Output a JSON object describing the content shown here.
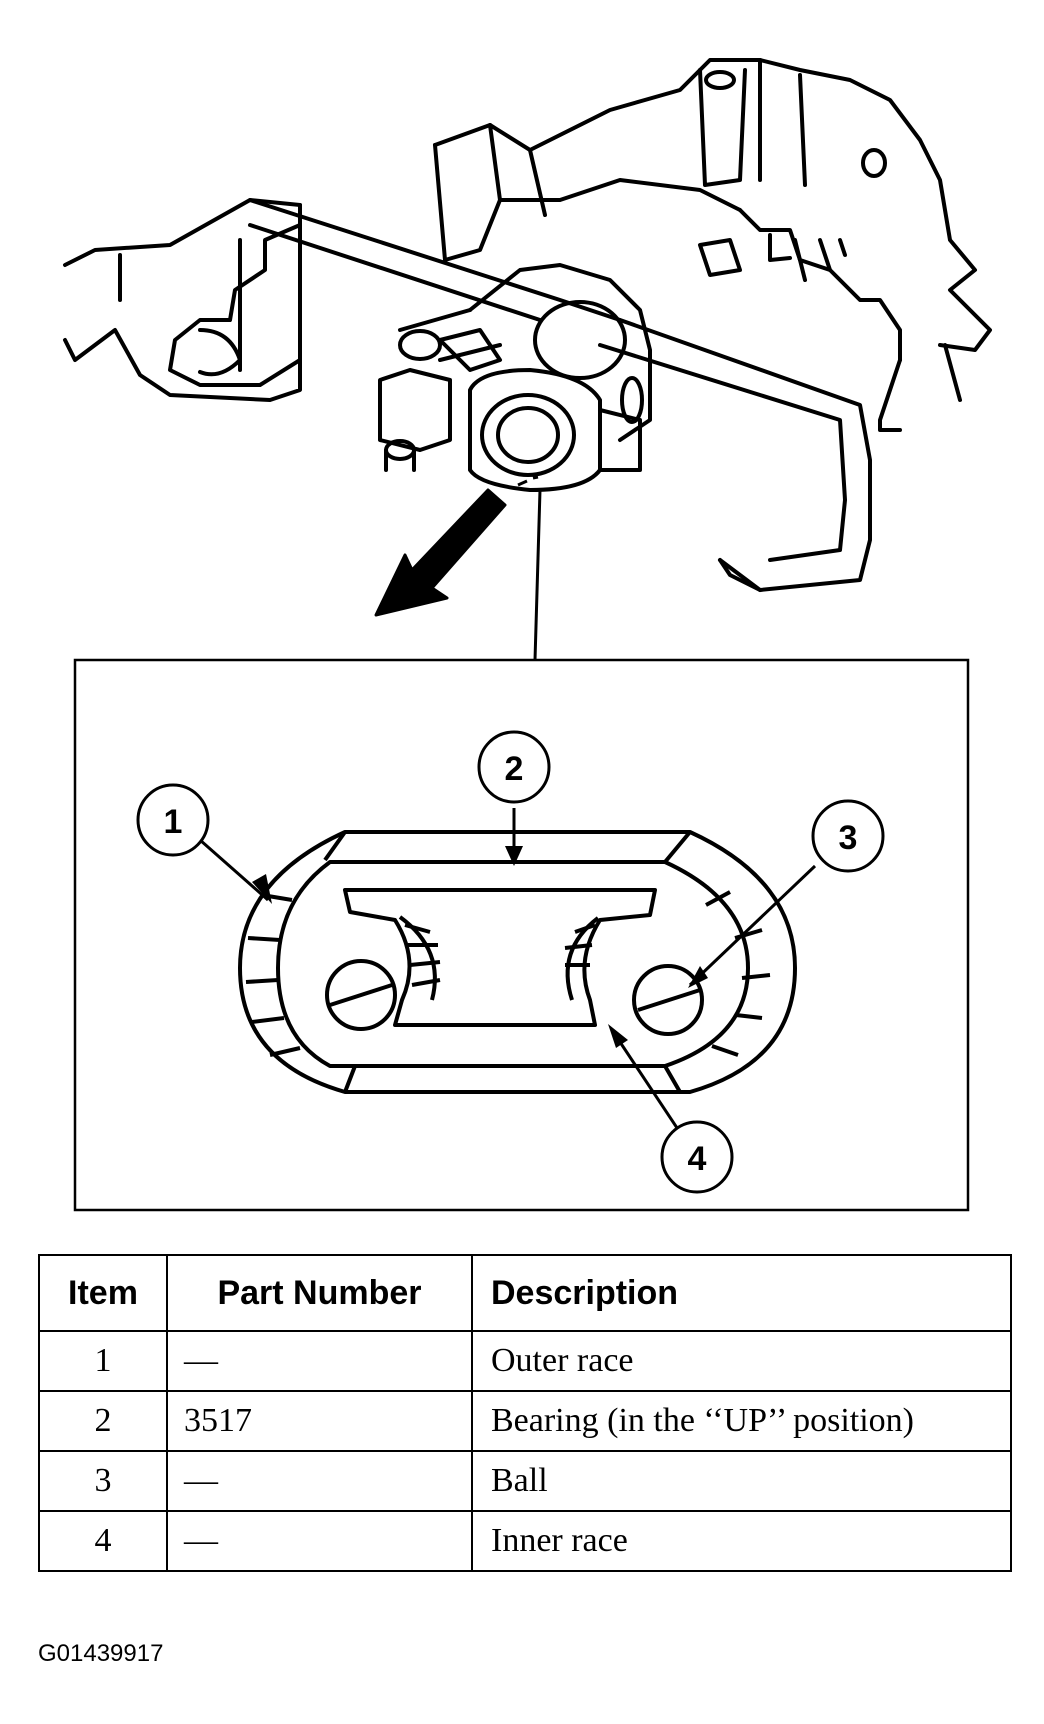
{
  "callouts": [
    {
      "number": "1",
      "name": "Outer race"
    },
    {
      "number": "2",
      "name": "Bearing"
    },
    {
      "number": "3",
      "name": "Ball"
    },
    {
      "number": "4",
      "name": "Inner race"
    }
  ],
  "table": {
    "headers": [
      "Item",
      "Part Number",
      "Description"
    ],
    "rows": [
      {
        "item": "1",
        "part_number": "—",
        "description": "Outer race"
      },
      {
        "item": "2",
        "part_number": "3517",
        "description": "Bearing (in the ‘‘UP’’ position)"
      },
      {
        "item": "3",
        "part_number": "—",
        "description": "Ball"
      },
      {
        "item": "4",
        "part_number": "—",
        "description": "Inner race"
      }
    ]
  },
  "figure_code": "G01439917"
}
